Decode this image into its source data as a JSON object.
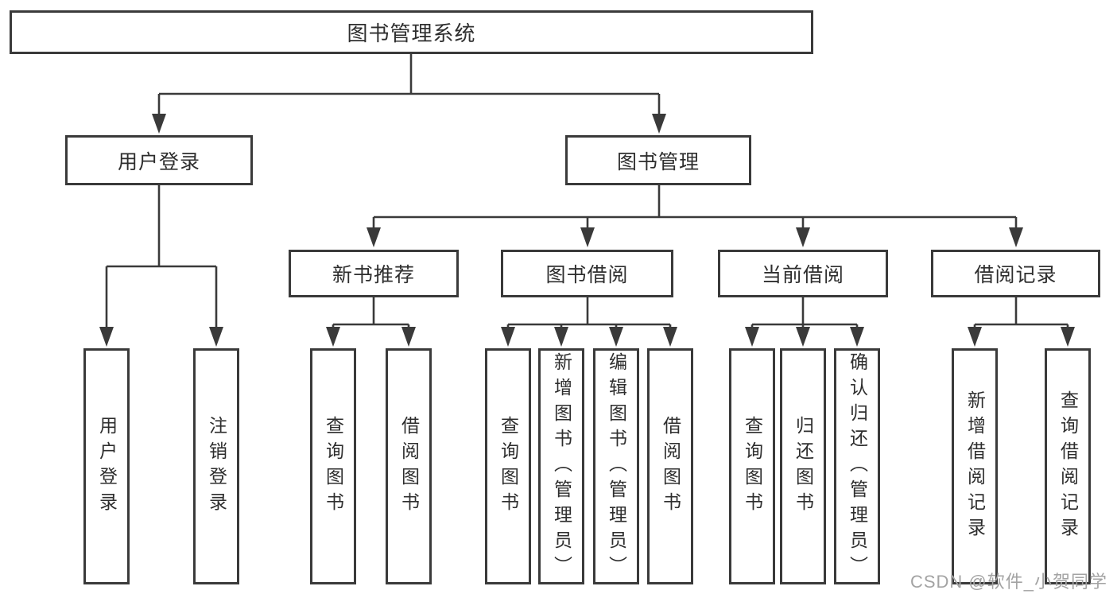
{
  "diagram_title": "图书管理系统",
  "nodes": {
    "root": "图书管理系统",
    "level2": [
      "用户登录",
      "图书管理"
    ],
    "level3": [
      "新书推荐",
      "图书借阅",
      "当前借阅",
      "借阅记录"
    ],
    "leaves_login": [
      "用户登录",
      "注销登录"
    ],
    "leaves_new_book": [
      "查询图书",
      "借阅图书"
    ],
    "leaves_book_borrow": [
      "查询图书",
      "新增图书（管理员）",
      "编辑图书（管理员）",
      "借阅图书"
    ],
    "leaves_current_borrow": [
      "查询图书",
      "归还图书",
      "确认归还（管理员）"
    ],
    "leaves_borrow_records": [
      "新增借阅记录",
      "查询借阅记录"
    ]
  },
  "watermark": {
    "text": "CSDN @软件_小贺同学"
  },
  "colors": {
    "line": "#3a3a3a",
    "text": "#2e2e2e",
    "watermark": "#a3a3a3",
    "background": "#ffffff"
  }
}
